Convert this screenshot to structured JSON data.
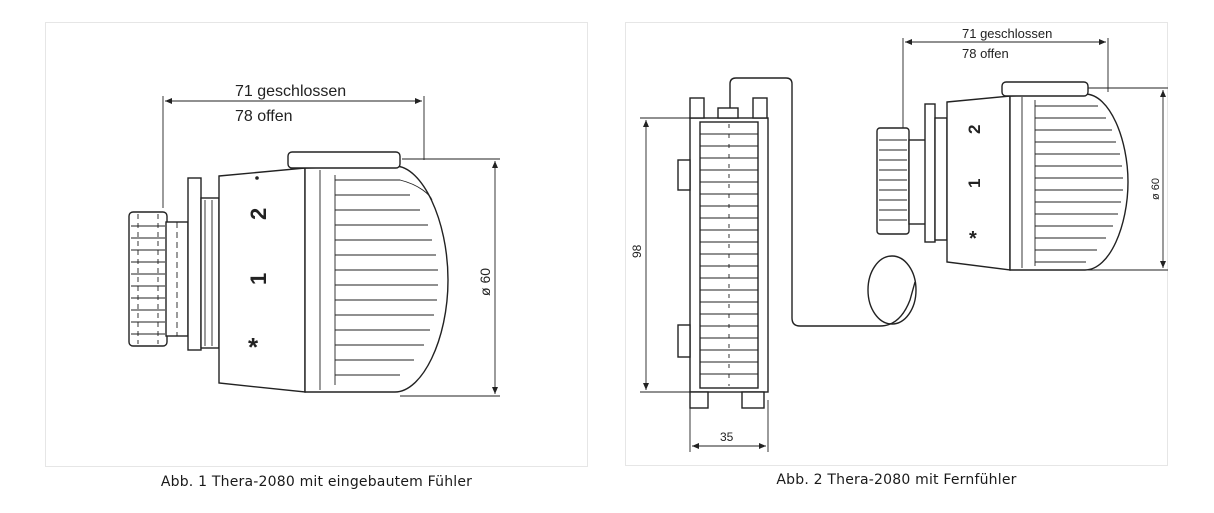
{
  "figure1": {
    "dim_closed": "71 geschlossen",
    "dim_open": "78 offen",
    "dim_diameter": "ø 60",
    "scale_marks": [
      "2",
      "1",
      "*"
    ],
    "caption": "Abb. 1 Thera-2080 mit eingebautem Fühler"
  },
  "figure2": {
    "dim_closed": "71 geschlossen",
    "dim_open": "78 offen",
    "dim_diameter": "ø 60",
    "dim_height": "98",
    "dim_width": "35",
    "scale_marks": [
      "2",
      "1",
      "*"
    ],
    "caption": "Abb. 2 Thera-2080 mit Fernfühler"
  }
}
